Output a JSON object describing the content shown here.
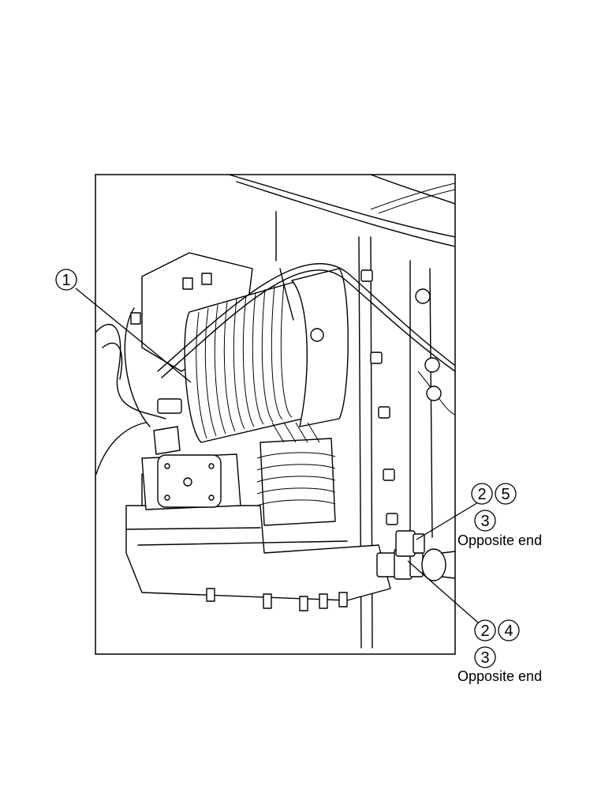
{
  "callouts": {
    "c1": "1",
    "c2_top": "2",
    "c5": "5",
    "c3_top": "3",
    "label_top": "Opposite end",
    "c2_bottom": "2",
    "c4": "4",
    "c3_bottom": "3",
    "label_bottom": "Opposite end"
  },
  "colors": {
    "line": "#000000",
    "background": "#ffffff"
  }
}
